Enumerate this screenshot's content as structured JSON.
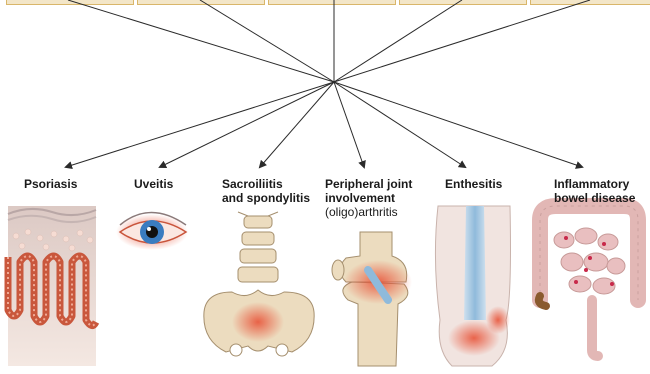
{
  "labels": {
    "psoriasis": "Psoriasis",
    "uveitis": "Uveitis",
    "sacroiliitis_1": "Sacroiliitis",
    "sacroiliitis_2": "and spondylitis",
    "peripheral_1": "Peripheral joint",
    "peripheral_2": "involvement",
    "peripheral_3": "(oligo)arthritis",
    "enthesitis": "Enthesitis",
    "ibd_1": "Inflammatory",
    "ibd_2": "bowel disease"
  },
  "colors": {
    "line": "#2b2b2b",
    "skin": "#f4e2da",
    "inflammation": "#e8553a",
    "bone": "#ecdcbf",
    "gut": "#e9bfc0",
    "tendon": "#9cc3df",
    "topbox": "#f3e6c8"
  },
  "icons": [
    "skin-section-icon",
    "eye-icon",
    "spine-pelvis-icon",
    "knee-joint-icon",
    "heel-tendon-icon",
    "intestine-icon"
  ]
}
